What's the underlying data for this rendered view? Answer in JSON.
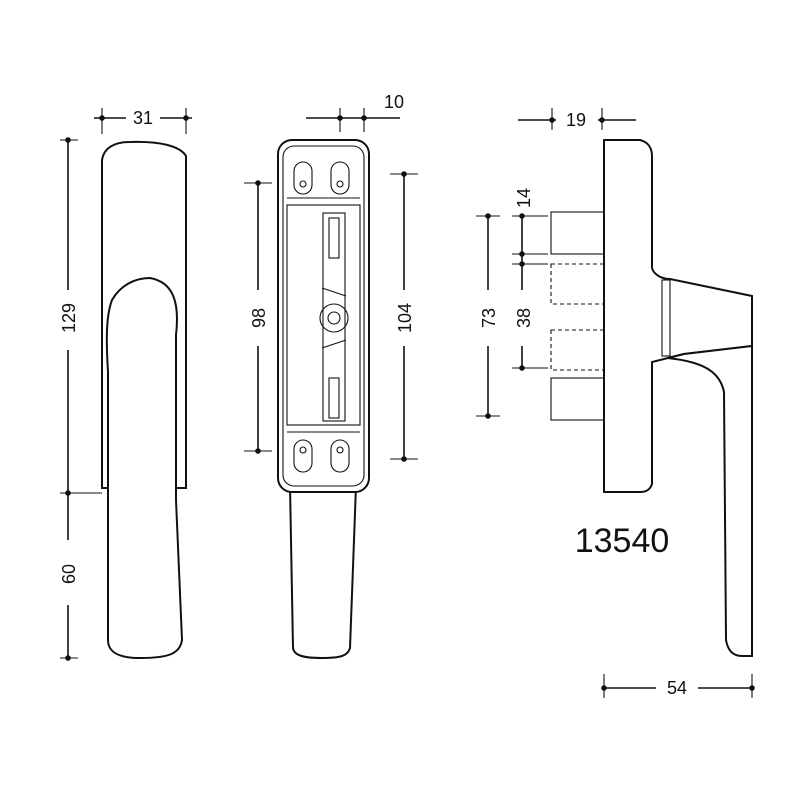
{
  "article_number": "13540",
  "dimensions": {
    "front_width": "31",
    "front_height_total": "129",
    "front_height_lower": "60",
    "base_rail_offset": "10",
    "base_inner_spacing": "98",
    "base_outer_length": "104",
    "side_depth": "19",
    "side_square_height": "14",
    "side_pin_offset": "38",
    "side_pin_span": "73",
    "side_projection": "54"
  }
}
